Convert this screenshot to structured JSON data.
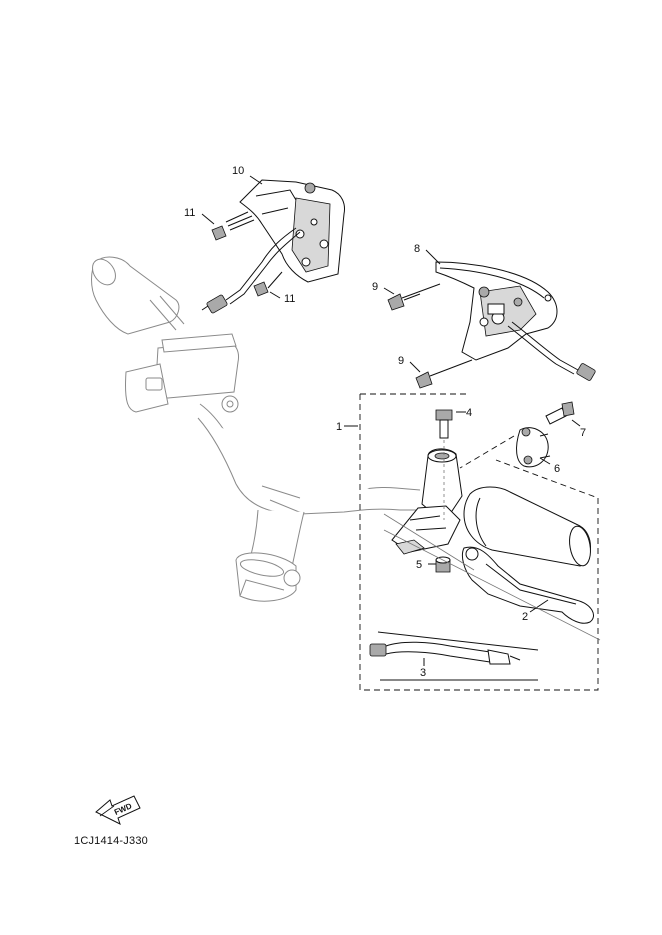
{
  "diagram": {
    "callouts": {
      "c1": "1",
      "c2": "2",
      "c3": "3",
      "c4": "4",
      "c5": "5",
      "c6": "6",
      "c7": "7",
      "c8": "8",
      "c9a": "9",
      "c9b": "9",
      "c10": "10",
      "c11a": "11",
      "c11b": "11"
    },
    "direction_badge": "FWD",
    "drawing_code": "1CJ1414-J330"
  }
}
